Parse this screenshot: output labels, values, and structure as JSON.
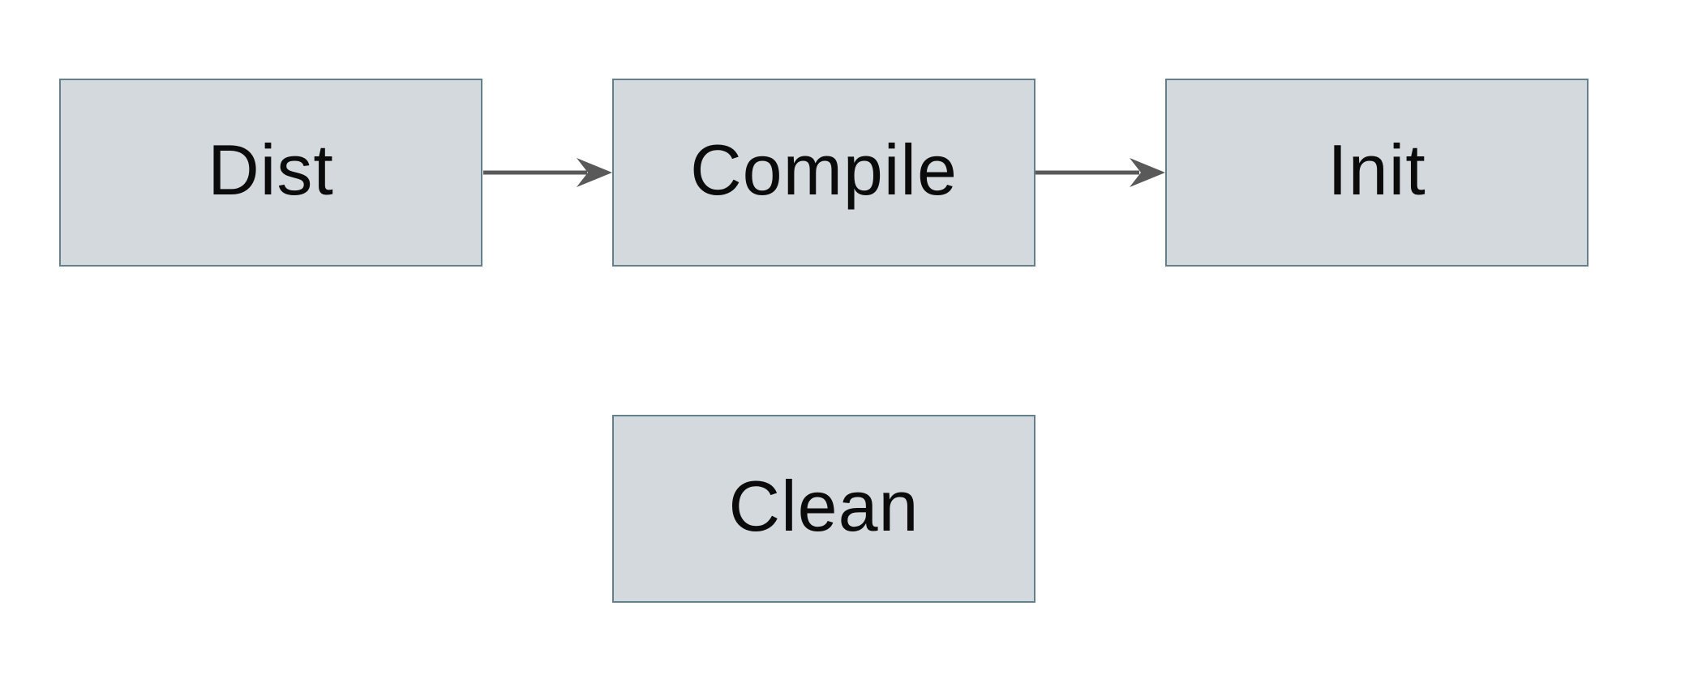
{
  "diagram": {
    "title": "build-tasks-flowchart",
    "nodes": [
      {
        "id": "dist",
        "label": "Dist"
      },
      {
        "id": "compile",
        "label": "Compile"
      },
      {
        "id": "init",
        "label": "Init"
      },
      {
        "id": "clean",
        "label": "Clean"
      }
    ],
    "edges": [
      {
        "from": "dist",
        "to": "compile",
        "direction": "right"
      },
      {
        "from": "compile",
        "to": "init",
        "direction": "right"
      }
    ],
    "colors": {
      "background": "#ffffff",
      "node_fill": "#d3d9dc",
      "node_border": "#65808d",
      "arrow": "#595959",
      "text": "#0b0b0b"
    }
  }
}
